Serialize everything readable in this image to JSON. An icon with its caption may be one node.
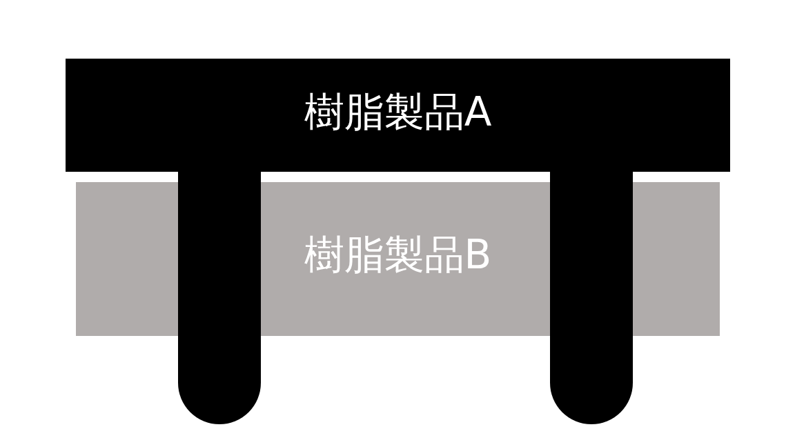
{
  "diagram": {
    "nodes": [
      {
        "text": [
          "樹脂製品A"
        ]
      },
      {
        "text": [
          "樹脂製品B"
        ]
      },
      {
        "text": [],
        "shape": "bar"
      },
      {
        "text": [],
        "shape": "bar"
      }
    ]
  }
}
